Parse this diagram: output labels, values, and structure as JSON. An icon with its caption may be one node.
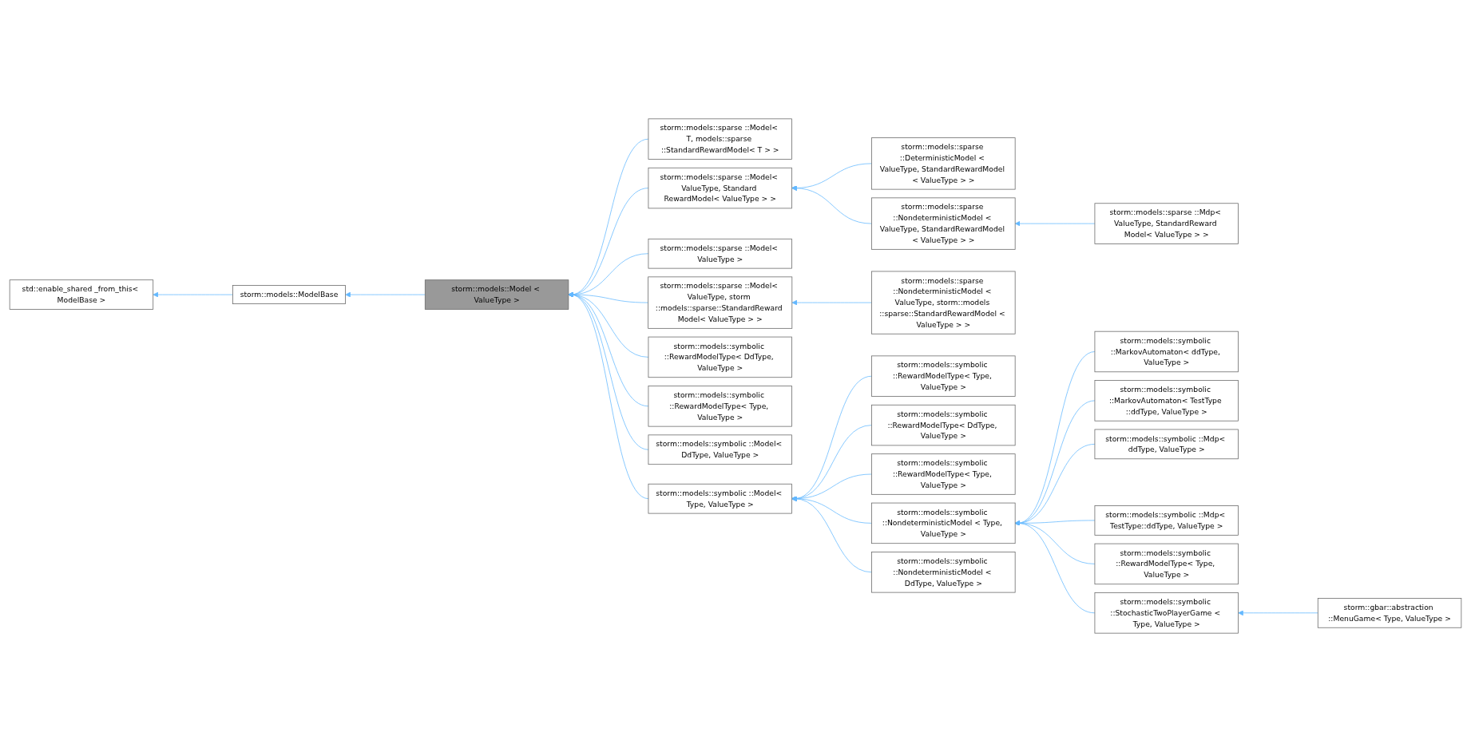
{
  "diagram": {
    "nodes": [
      {
        "text": [
          "std::enable_shared _from_this< ModelBase >"
        ]
      },
      {
        "text": [
          "storm::models::ModelBase"
        ]
      },
      {
        "text": [
          "storm::models::Model < ValueType >"
        ]
      },
      {
        "text": [
          "storm::models::sparse ::Model< T, models::sparse ::StandardRewardModel< T > >"
        ]
      },
      {
        "text": [
          "storm::models::sparse ::Model< ValueType, Standard RewardModel< ValueType > >"
        ]
      },
      {
        "text": [
          "storm::models::sparse ::Model< ValueType >"
        ]
      },
      {
        "text": [
          "storm::models::sparse ::Model< ValueType, storm ::models::sparse::StandardReward Model< ValueType > >"
        ]
      },
      {
        "text": [
          "storm::models::symbolic ::RewardModelType< DdType, ValueType >"
        ]
      },
      {
        "text": [
          "storm::models::symbolic ::RewardModelType< Type, ValueType >"
        ]
      },
      {
        "text": [
          "storm::models::symbolic ::Model< DdType, ValueType >"
        ]
      },
      {
        "text": [
          "storm::models::symbolic ::Model< Type, ValueType >"
        ]
      },
      {
        "text": [
          "storm::models::sparse ::DeterministicModel < ValueType, StandardRewardModel < ValueType > >"
        ]
      },
      {
        "text": [
          "storm::models::sparse ::NondeterministicModel < ValueType, StandardRewardModel < ValueType > >"
        ]
      },
      {
        "text": [
          "storm::models::sparse ::NondeterministicModel < ValueType, storm::models ::sparse::StandardRewardModel < ValueType > >"
        ]
      },
      {
        "text": [
          "storm::models::symbolic ::RewardModelType< Type, ValueType >"
        ]
      },
      {
        "text": [
          "storm::models::symbolic ::RewardModelType< DdType, ValueType >"
        ]
      },
      {
        "text": [
          "storm::models::symbolic ::RewardModelType< Type, ValueType >"
        ]
      },
      {
        "text": [
          "storm::models::symbolic ::NondeterministicModel < Type, ValueType >"
        ]
      },
      {
        "text": [
          "storm::models::symbolic ::NondeterministicModel < DdType, ValueType >"
        ]
      },
      {
        "text": [
          "storm::models::sparse ::Mdp< ValueType, StandardReward Model< ValueType > >"
        ]
      },
      {
        "text": [
          "storm::models::symbolic ::MarkovAutomaton< ddType, ValueType >"
        ]
      },
      {
        "text": [
          "storm::models::symbolic ::MarkovAutomaton< TestType ::ddType, ValueType >"
        ]
      },
      {
        "text": [
          "storm::models::symbolic ::Mdp< ddType, ValueType >"
        ]
      },
      {
        "text": [
          "storm::models::symbolic ::Mdp< TestType::ddType, ValueType >"
        ]
      },
      {
        "text": [
          "storm::models::symbolic ::RewardModelType< Type, ValueType >"
        ]
      },
      {
        "text": [
          "storm::models::symbolic ::StochasticTwoPlayerGame < Type, ValueType >"
        ]
      },
      {
        "text": [
          "storm::gbar::abstraction ::MenuGame< Type, ValueType >"
        ]
      }
    ],
    "edges": [
      {
        "from": 1,
        "to": 0,
        "arrow": "to"
      },
      {
        "from": 2,
        "to": 1,
        "arrow": "to"
      },
      {
        "from": 3,
        "to": 2,
        "arrow": "to"
      },
      {
        "from": 4,
        "to": 2,
        "arrow": "to"
      },
      {
        "from": 5,
        "to": 2,
        "arrow": "to"
      },
      {
        "from": 6,
        "to": 2,
        "arrow": "to"
      },
      {
        "from": 7,
        "to": 2,
        "arrow": "to"
      },
      {
        "from": 8,
        "to": 2,
        "arrow": "to"
      },
      {
        "from": 9,
        "to": 2,
        "arrow": "to"
      },
      {
        "from": 10,
        "to": 2,
        "arrow": "to"
      },
      {
        "from": 11,
        "to": 4,
        "arrow": "to"
      },
      {
        "from": 12,
        "to": 4,
        "arrow": "to"
      },
      {
        "from": 19,
        "to": 12,
        "arrow": "to"
      },
      {
        "from": 13,
        "to": 6,
        "arrow": "to"
      },
      {
        "from": 14,
        "to": 10,
        "arrow": "to"
      },
      {
        "from": 15,
        "to": 10,
        "arrow": "to"
      },
      {
        "from": 16,
        "to": 10,
        "arrow": "to"
      },
      {
        "from": 17,
        "to": 10,
        "arrow": "to"
      },
      {
        "from": 18,
        "to": 10,
        "arrow": "to"
      },
      {
        "from": 20,
        "to": 17,
        "arrow": "to"
      },
      {
        "from": 21,
        "to": 17,
        "arrow": "to"
      },
      {
        "from": 22,
        "to": 17,
        "arrow": "to"
      },
      {
        "from": 23,
        "to": 17,
        "arrow": "to"
      },
      {
        "from": 24,
        "to": 17,
        "arrow": "to"
      },
      {
        "from": 25,
        "to": 17,
        "arrow": "to"
      },
      {
        "from": 26,
        "to": 25,
        "arrow": "to"
      }
    ]
  }
}
